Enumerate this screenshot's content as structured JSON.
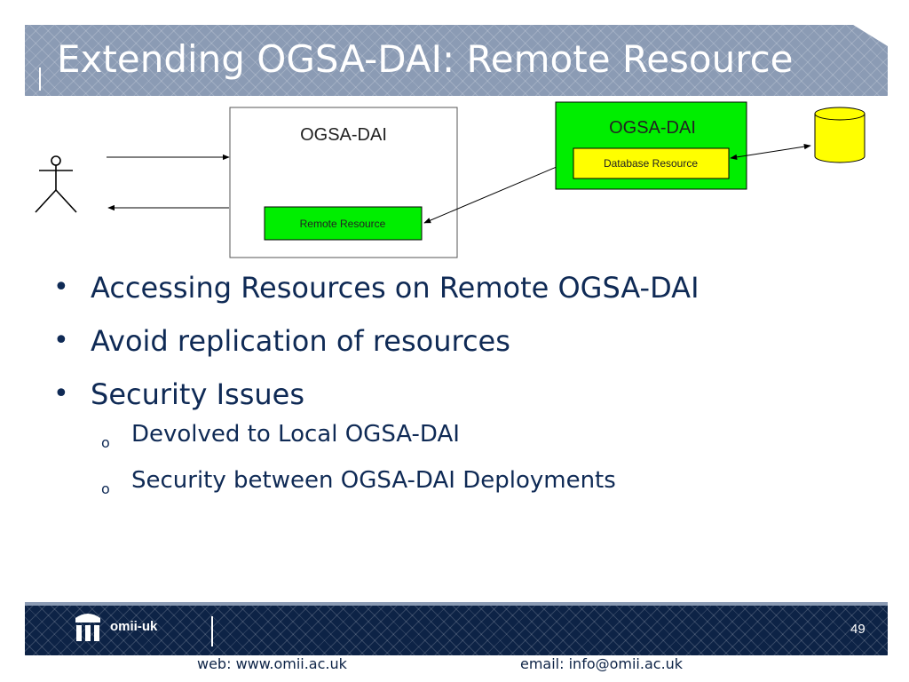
{
  "slide": {
    "title": "Extending OGSA-DAI: Remote Resource",
    "page_number": "49"
  },
  "diagram": {
    "local_box_label": "OGSA-DAI",
    "remote_resource_label": "Remote Resource",
    "remote_box_label": "OGSA-DAI",
    "database_resource_label": "Database Resource",
    "icons": [
      "user-icon",
      "database-icon"
    ],
    "colors": {
      "green": "#00ee00",
      "yellow": "#ffff00",
      "border": "#000000"
    }
  },
  "bullets": [
    {
      "text": "Accessing Resources on Remote OGSA-DAI"
    },
    {
      "text": "Avoid replication of resources"
    },
    {
      "text": "Security Issues"
    }
  ],
  "sub_bullets": [
    {
      "text": "Devolved to Local OGSA-DAI"
    },
    {
      "text": "Security between OGSA-DAI Deployments"
    }
  ],
  "footer": {
    "logo_text": "omii-uk",
    "web": "web: www.omii.ac.uk",
    "email": "email: info@omii.ac.uk"
  }
}
